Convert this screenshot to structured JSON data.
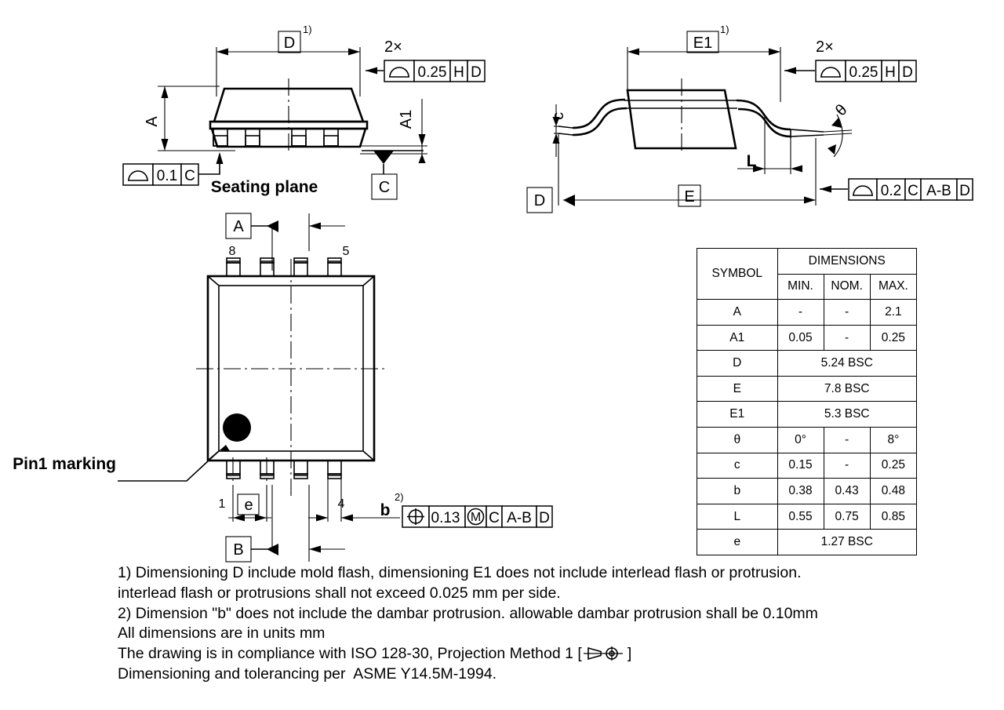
{
  "drawing": {
    "title": "Package outline dimensions drawing",
    "views": {
      "front": {
        "name": "front-side-view",
        "dim_D": "D",
        "dim_D_note": "1)",
        "dim_A": "A",
        "dim_A1": "A1",
        "seating_plane_label": "Seating plane",
        "datum_C": "C",
        "fcf_flatness": {
          "tol": "0.1",
          "datum": "C"
        },
        "fcf_2x": {
          "qty": "2×",
          "tol": "0.25",
          "datums": [
            "H",
            "D"
          ]
        }
      },
      "side": {
        "name": "right-side-view",
        "dim_E1": "E1",
        "dim_E1_note": "1)",
        "dim_E": "E",
        "dim_L": "L",
        "dim_c": "c",
        "dim_theta": "θ",
        "datum_D": "D",
        "fcf_2x": {
          "qty": "2×",
          "tol": "0.25",
          "datums": [
            "H",
            "D"
          ]
        },
        "fcf_profile": {
          "tol": "0.2",
          "datums": [
            "C",
            "A-B",
            "D"
          ]
        }
      },
      "top": {
        "name": "top-view",
        "datum_A": "A",
        "datum_B": "B",
        "pin_labels": [
          "8",
          "5",
          "1",
          "4"
        ],
        "dim_e": "e",
        "dim_b": "b",
        "dim_b_note": "2)",
        "pin1_marking_label": "Pin1 marking",
        "fcf_position": {
          "tol": "0.13",
          "modifier": "M",
          "datums": [
            "C",
            "A-B",
            "D"
          ]
        }
      }
    }
  },
  "table": {
    "name": "dimensions-table",
    "header_symbol": "SYMBOL",
    "header_dimensions": "DIMENSIONS",
    "subheaders": [
      "MIN.",
      "NOM.",
      "MAX."
    ],
    "rows": [
      {
        "symbol": "A",
        "span": false,
        "min": "-",
        "nom": "-",
        "max": "2.1"
      },
      {
        "symbol": "A1",
        "span": false,
        "min": "0.05",
        "nom": "-",
        "max": "0.25"
      },
      {
        "symbol": "D",
        "span": true,
        "value": "5.24 BSC"
      },
      {
        "symbol": "E",
        "span": true,
        "value": "7.8 BSC"
      },
      {
        "symbol": "E1",
        "span": true,
        "value": "5.3 BSC"
      },
      {
        "symbol": "θ",
        "span": false,
        "min": "0°",
        "nom": "-",
        "max": "8°"
      },
      {
        "symbol": "c",
        "span": false,
        "min": "0.15",
        "nom": "-",
        "max": "0.25"
      },
      {
        "symbol": "b",
        "span": false,
        "min": "0.38",
        "nom": "0.43",
        "max": "0.48"
      },
      {
        "symbol": "L",
        "span": false,
        "min": "0.55",
        "nom": "0.75",
        "max": "0.85"
      },
      {
        "symbol": "e",
        "span": true,
        "value": "1.27 BSC"
      }
    ]
  },
  "notes": {
    "name": "drawing-notes",
    "line1": "1) Dimensioning D include mold flash, dimensioning E1 does not include interlead flash or protrusion.",
    "line2": "interlead flash or protrusions shall not exceed 0.025 mm per side.",
    "line3": "2) Dimension \"b\" does not include the dambar protrusion. allowable dambar protrusion shall be 0.10mm",
    "line4": "All dimensions are in units mm",
    "line5_pre": "The drawing is in compliance with ISO 128-30, Projection Method 1 [",
    "line5_post": "]",
    "line6": "Dimensioning and tolerancing per  ASME Y14.5M-1994."
  },
  "colors": {
    "ink": "#000000",
    "paper": "#ffffff"
  }
}
